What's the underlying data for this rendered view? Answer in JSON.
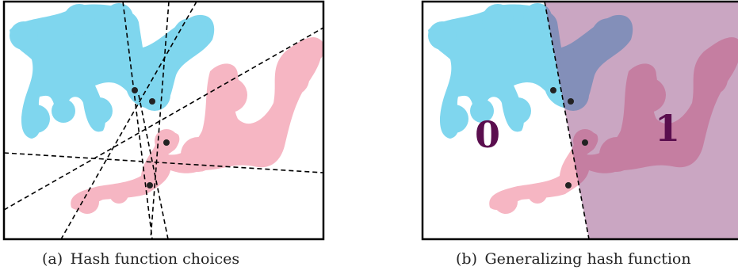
{
  "panels": [
    {
      "caption": "(a) Hash function choices"
    },
    {
      "caption": "(b) Generalizing hash function",
      "labels": [
        "0",
        "1"
      ]
    }
  ],
  "colors": {
    "blue_cluster": "#7fd6ee",
    "pink_cluster": "#f6b6c3",
    "positive_region": "#8a3a77",
    "label_text": "#5a0e4e",
    "points": "#222222",
    "frame": "#000000",
    "dashed_lines": "#000000"
  },
  "icons": [
    "point-marker",
    "dashed-hyperplane"
  ]
}
